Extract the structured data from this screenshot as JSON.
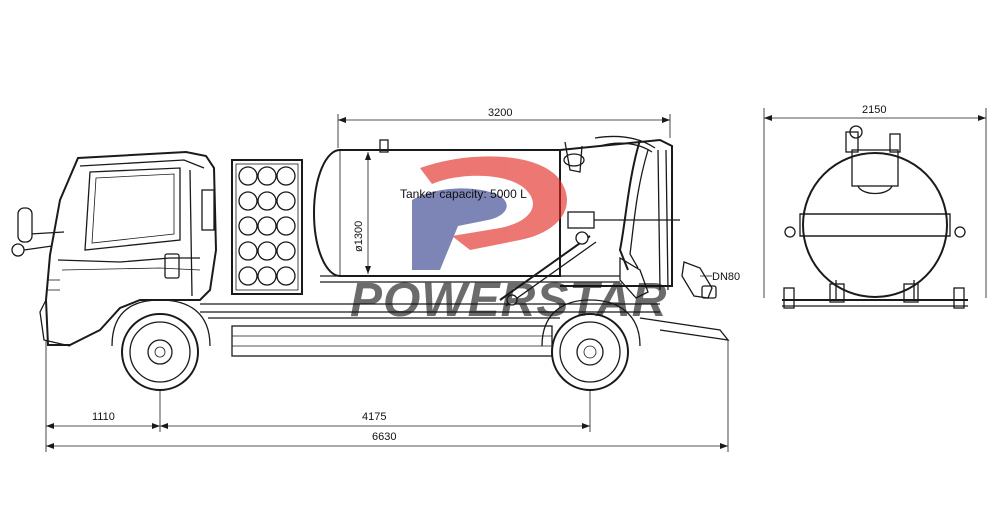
{
  "dimensions": {
    "tank_length": "3200",
    "tank_diameter": "ø1300",
    "overall_width": "2150",
    "front_overhang": "1110",
    "wheelbase": "4175",
    "overall_length": "6630"
  },
  "labels": {
    "tanker_capacity": "Tanker capacity: 5000 L",
    "outlet": "DN80"
  },
  "watermark": {
    "brand": "POWERSTAR",
    "colors": {
      "red": "#e2241d",
      "blue": "#2e3b8c"
    }
  }
}
